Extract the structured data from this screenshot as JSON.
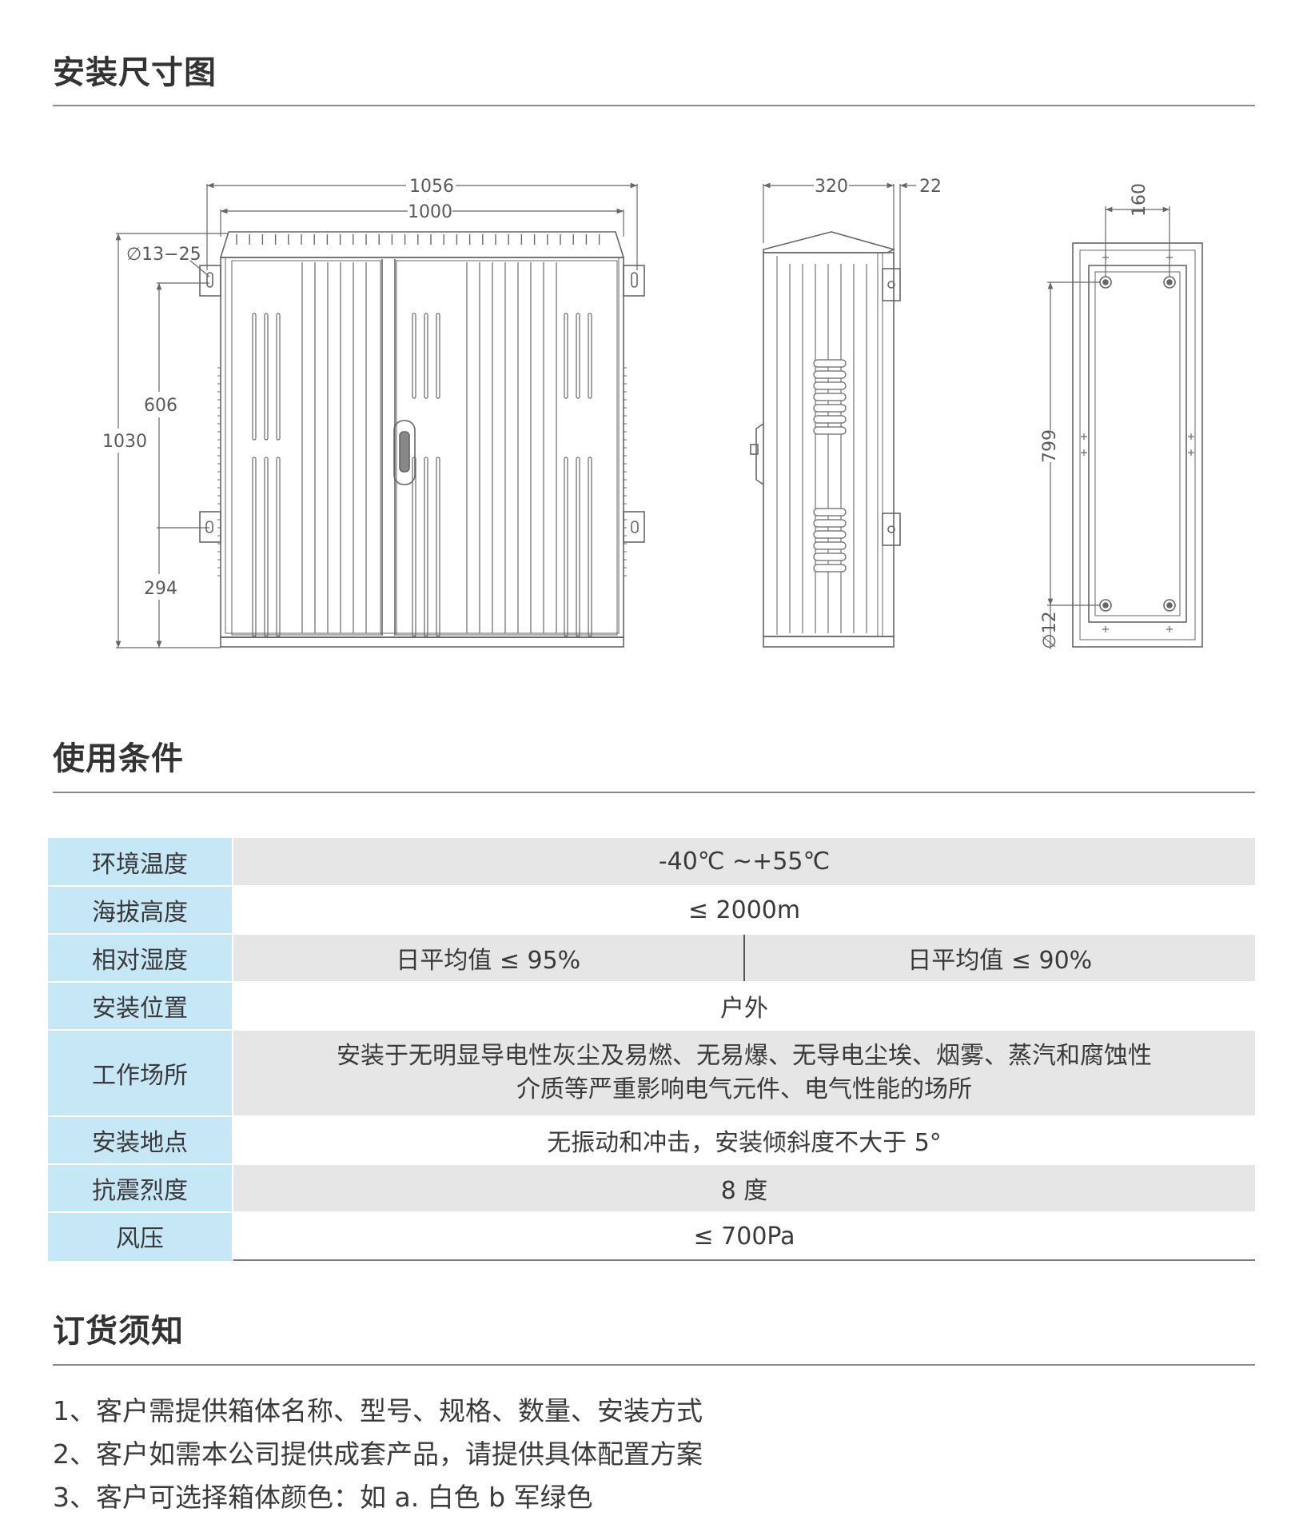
{
  "sections": {
    "dimensions_title": "安装尺寸图",
    "conditions_title": "使用条件",
    "ordering_title": "订货须知"
  },
  "drawing": {
    "front": {
      "width_outer": "1056",
      "width_inner": "1000",
      "hole": "∅13−25",
      "height_total": "1030",
      "upper_span": "606",
      "lower_span": "294"
    },
    "side": {
      "depth": "320",
      "mount_offset": "22"
    },
    "back": {
      "hole_spacing_x": "160",
      "hole_spacing_y": "799",
      "hole_diameter": "∅12"
    }
  },
  "conditions": {
    "rows": [
      {
        "label": "环境温度",
        "value": "-40℃ ~+55℃"
      },
      {
        "label": "海拔高度",
        "value": "≤ 2000m"
      },
      {
        "label": "相对湿度",
        "value_left": "日平均值  ≤ 95%",
        "value_right": "日平均值  ≤ 90%"
      },
      {
        "label": "安装位置",
        "value": "户外"
      },
      {
        "label": "工作场所",
        "value_line1": "安装于无明显导电性灰尘及易燃、无易爆、无导电尘埃、烟雾、蒸汽和腐蚀性",
        "value_line2": "介质等严重影响电气元件、电气性能的场所"
      },
      {
        "label": "安装地点",
        "value": "无振动和冲击，安装倾斜度不大于 5°"
      },
      {
        "label": "抗震烈度",
        "value": "8 度"
      },
      {
        "label": "风压",
        "value": "≤ 700Pa"
      }
    ]
  },
  "ordering": {
    "items": [
      "1、客户需提供箱体名称、型号、规格、数量、安装方式",
      "2、客户如需本公司提供成套产品，请提供具体配置方案",
      "3、客户可选择箱体颜色：如 a. 白色 b 军绿色"
    ]
  }
}
